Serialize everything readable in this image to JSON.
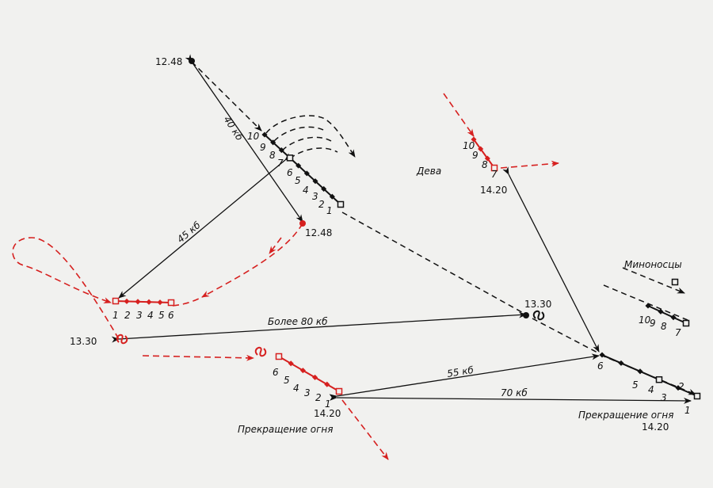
{
  "colors": {
    "red": "#d6201f",
    "black": "#111111",
    "paper": "#f1f1ef"
  },
  "labels": {
    "time_1248_black": "12.48",
    "time_1248_red": "12.48",
    "time_1330_left": "13.30",
    "time_1330_right": "13.30",
    "time_1420_deva": "14.20",
    "time_1420_red": "14.20",
    "time_1420_black": "14.20",
    "dist_40": "40 кб",
    "dist_45": "45 кб",
    "dist_80": "Более 80 кб",
    "dist_55": "55 кб",
    "dist_70": "70 кб",
    "deva": "Дева",
    "minonoscy": "Миноносцы",
    "cease_fire_left": "Прекращение огня",
    "cease_fire_right": "Прекращение огня"
  },
  "ship_numbers": {
    "black_upper": [
      "10",
      "9",
      "8",
      "7",
      "6",
      "5",
      "4",
      "3",
      "2",
      "1"
    ],
    "red_left": [
      "1",
      "2",
      "3",
      "4",
      "5",
      "6"
    ],
    "red_top_right": [
      "10",
      "9",
      "8",
      "7"
    ],
    "red_lower": [
      "6",
      "5",
      "4",
      "3",
      "2",
      "1"
    ],
    "black_right": [
      "6",
      "5",
      "4",
      "3",
      "2",
      "1"
    ],
    "destroyers": [
      "10",
      "9",
      "8",
      "7"
    ]
  }
}
